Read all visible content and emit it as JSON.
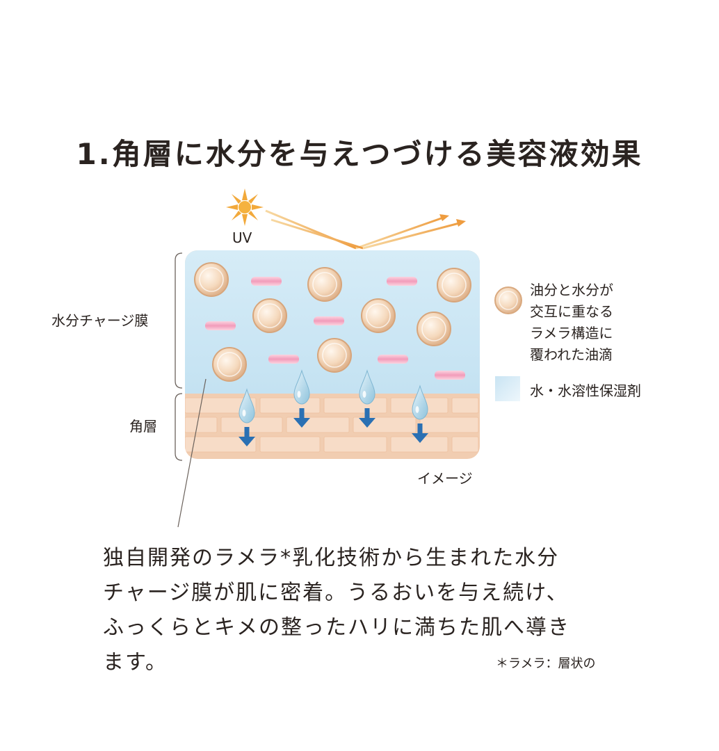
{
  "title": "1.角層に水分を与えつづける美容液効果",
  "diagram": {
    "uv_label": "UV",
    "layer_labels": {
      "top": "水分チャージ膜",
      "bottom": "角層"
    },
    "image_note": "イメージ",
    "legend": {
      "oil_droplet": "油分と水分が\n交互に重なる\nラメラ構造に\n覆われた油滴",
      "water": "水・水溶性保湿剤"
    },
    "colors": {
      "film_blue": "#cde7f4",
      "skin_tan": "#f2cfb4",
      "brick": "#f7d9c3",
      "arrow_blue": "#2a70b3",
      "uv_orange": "#f0a64a",
      "pink_bar": "#f2a7c1"
    },
    "icons": [
      "sun-icon",
      "oil-droplet-icon",
      "water-drop-icon",
      "down-arrow-icon"
    ]
  },
  "body": {
    "text": "独自開発のラメラ*乳化技術から生まれた水分\nチャージ膜が肌に密着。うるおいを与え続け、\nふっくらとキメの整ったハリに満ちた肌へ導き\nます。",
    "footnote": "＊ラメラ：層状の"
  }
}
